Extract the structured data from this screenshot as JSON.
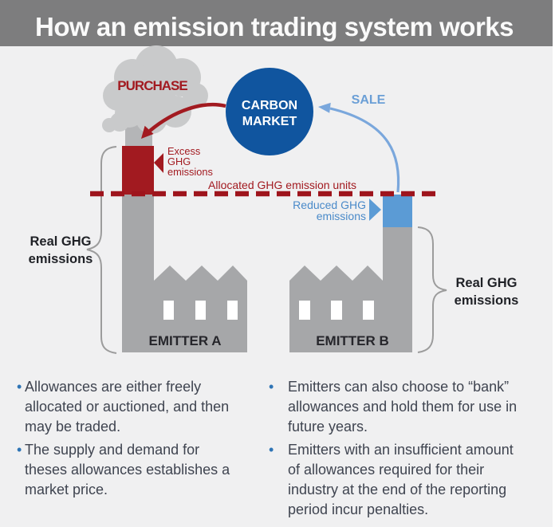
{
  "header": {
    "title": "How an emission trading system works"
  },
  "diagram": {
    "purchase_label": "PURCHASE",
    "sale_label": "SALE",
    "carbon_market": {
      "line1": "CARBON",
      "line2": "MARKET"
    },
    "allocated_line_label": "Allocated GHG emission units",
    "excess": {
      "line1": "Excess",
      "line2": "GHG",
      "line3": "emissions"
    },
    "reduced": {
      "line1": "Reduced GHG",
      "line2": "emissions"
    },
    "real_ghg_left": {
      "line1": "Real GHG",
      "line2": "emissions"
    },
    "real_ghg_right": {
      "line1": "Real GHG",
      "line2": "emissions"
    },
    "emitter_a_label": "EMITTER A",
    "emitter_b_label": "EMITTER B",
    "colors": {
      "dark_red": "#a21a20",
      "market_blue": "#10559f",
      "light_blue": "#5b9bd5",
      "factory_gray": "#a6a7a9",
      "cloud_gray": "#c9cacb",
      "header_gray": "#7d7d7e",
      "background": "#f0f0f1",
      "bullet_blue": "#2e74b5",
      "body_text": "#3f4450"
    }
  },
  "notes": {
    "left": [
      {
        "lines": [
          "Allowances are either freely",
          "allocated or auctioned, and then",
          "may be traded."
        ]
      },
      {
        "lines": [
          "The supply and demand for",
          "theses allowances establishes a",
          "market price."
        ]
      }
    ],
    "right": [
      {
        "lines": [
          "Emitters can also choose to “bank”",
          "allowances and hold them for use in",
          "future years."
        ]
      },
      {
        "lines": [
          "Emitters with an insufficient amount",
          "of allowances required for their",
          "industry at the end of the reporting",
          "period incur penalties."
        ]
      }
    ]
  }
}
